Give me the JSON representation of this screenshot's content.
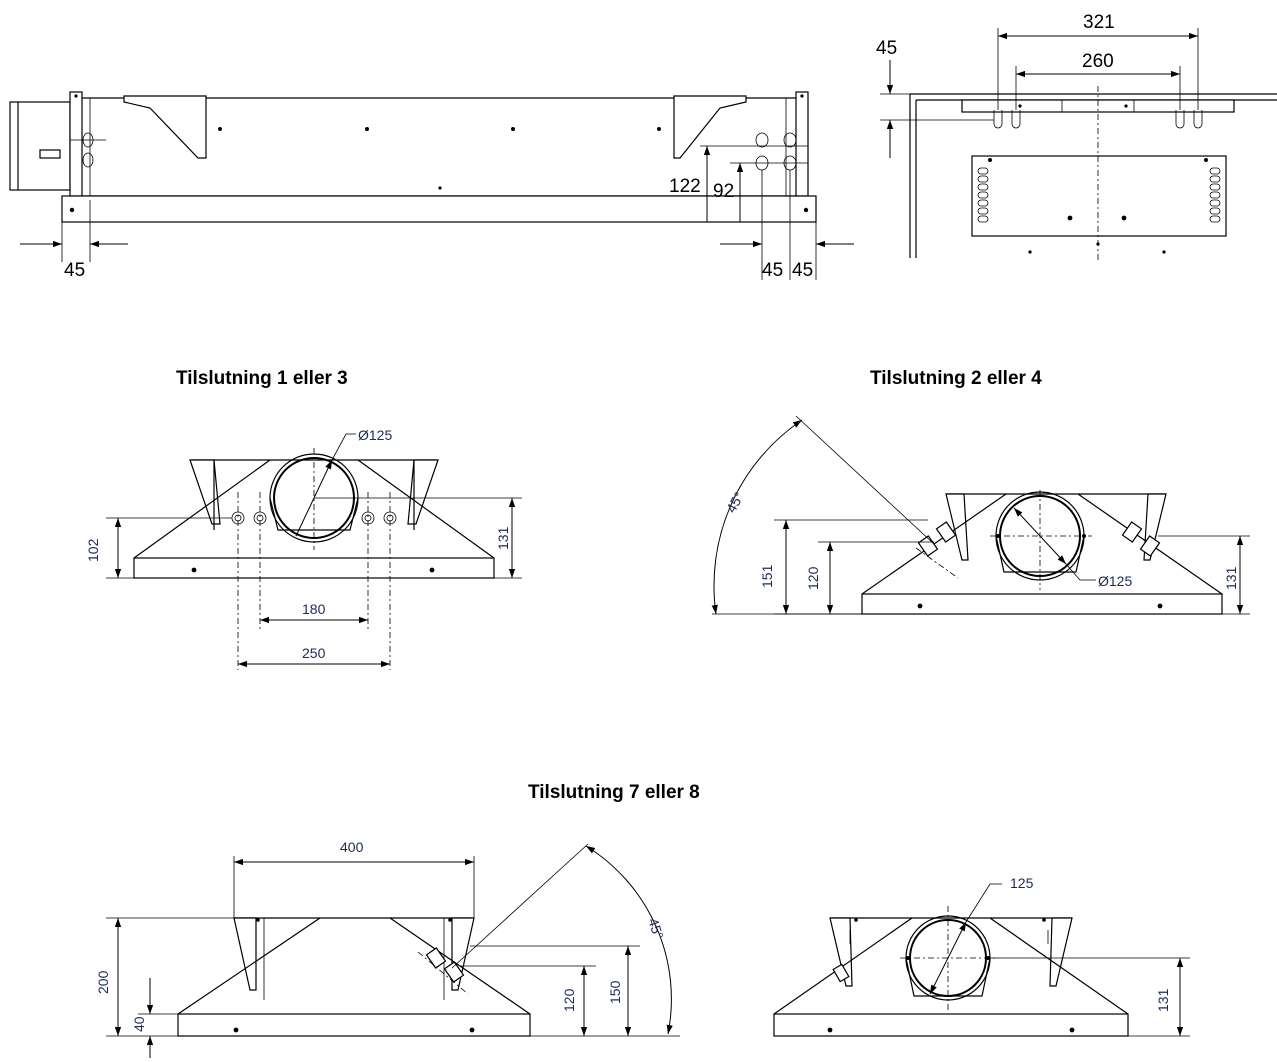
{
  "titles": {
    "conn_13": "Tilslutning 1 eller 3",
    "conn_24": "Tilslutning 2 eller 4",
    "conn_78": "Tilslutning 7 eller 8"
  },
  "top_left": {
    "dims": {
      "left_45": "45",
      "h_122": "122",
      "h_92": "92",
      "right_45a": "45",
      "right_45b": "45"
    }
  },
  "top_right": {
    "dims": {
      "w_321": "321",
      "w_260": "260",
      "h_45": "45"
    }
  },
  "view_13": {
    "dims": {
      "dia": "Ø125",
      "h_102": "102",
      "h_131": "131",
      "w_180": "180",
      "w_250": "250"
    }
  },
  "view_24": {
    "dims": {
      "angle": "45°",
      "h_151": "151",
      "h_120": "120",
      "dia": "Ø125",
      "h_131": "131"
    }
  },
  "view_78_left": {
    "dims": {
      "w_400": "400",
      "h_200": "200",
      "h_40": "40",
      "h_120": "120",
      "h_150": "150",
      "angle": "45°"
    }
  },
  "view_78_right": {
    "dims": {
      "dia": "125",
      "h_131": "131"
    }
  }
}
